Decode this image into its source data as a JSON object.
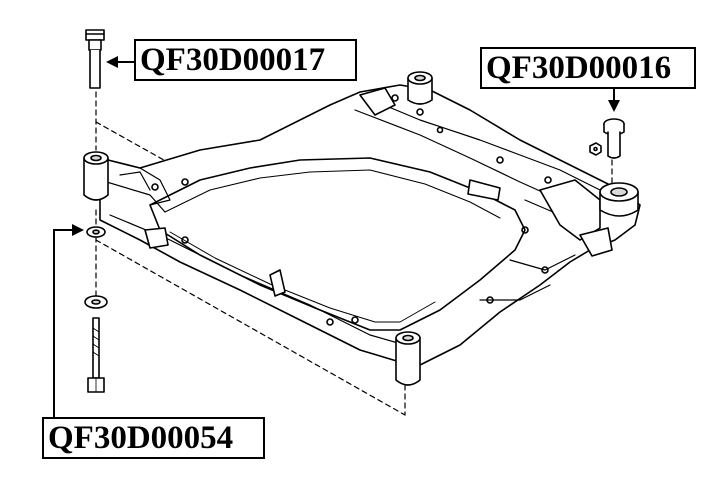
{
  "labels": {
    "top_bolt": "QF30D00017",
    "right_bushing": "QF30D00016",
    "bottom_bolt": "QF30D00054"
  },
  "colors": {
    "line": "#000000",
    "background": "#ffffff",
    "part_fill": "#ffffff",
    "shade": "#d9d9d9"
  },
  "icons": {
    "callout_arrow": "arrow-left-icon",
    "bushing_arrow": "arrow-down-icon"
  }
}
